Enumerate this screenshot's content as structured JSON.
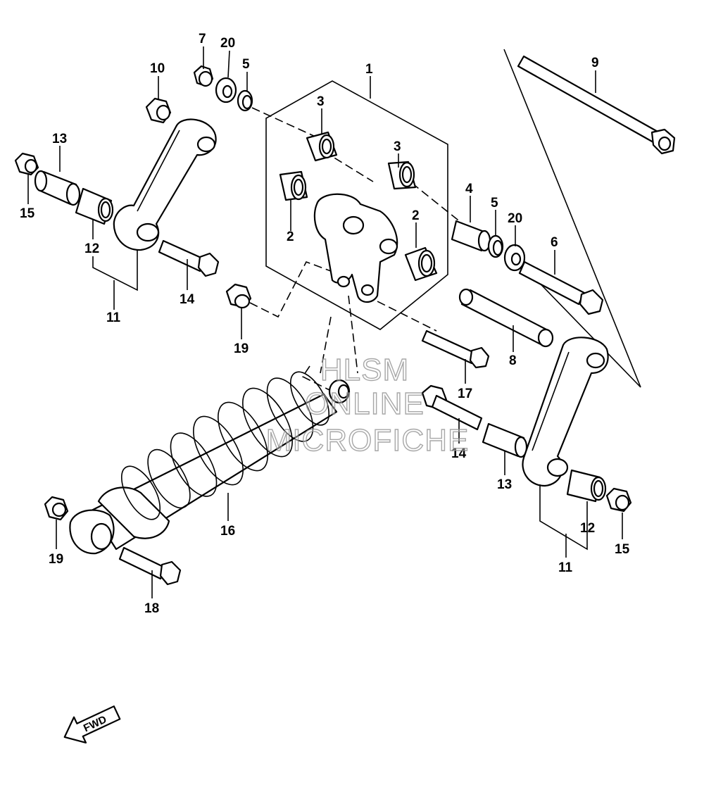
{
  "diagram": {
    "callouts": {
      "c1": "1",
      "c2a": "2",
      "c2b": "2",
      "c3a": "3",
      "c3b": "3",
      "c4": "4",
      "c5a": "5",
      "c5b": "5",
      "c6": "6",
      "c7": "7",
      "c8": "8",
      "c9": "9",
      "c10": "10",
      "c11a": "11",
      "c11b": "11",
      "c12a": "12",
      "c12b": "12",
      "c13a": "13",
      "c13b": "13",
      "c14a": "14",
      "c14b": "14",
      "c15a": "15",
      "c15b": "15",
      "c16": "16",
      "c17": "17",
      "c18": "18",
      "c19a": "19",
      "c19b": "19",
      "c20a": "20",
      "c20b": "20"
    },
    "watermark": {
      "line1": "HLSM",
      "line2": "ONLINE",
      "line3": "MICROFICHE"
    },
    "fwd_label": "FWD"
  }
}
